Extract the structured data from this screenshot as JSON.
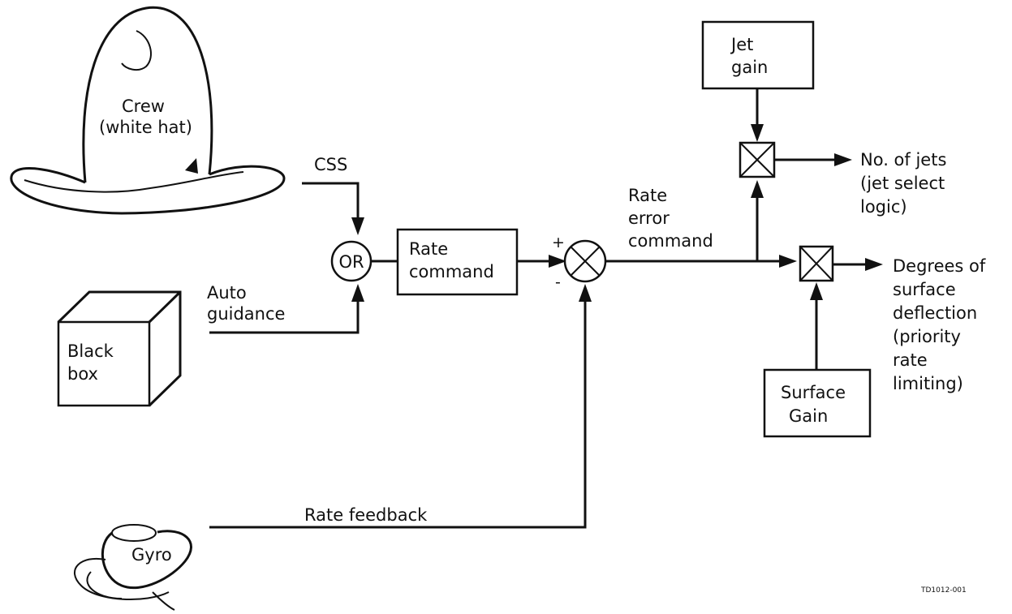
{
  "crew": {
    "line1": "Crew",
    "line2": "(white hat)"
  },
  "css_label": "CSS",
  "auto_guidance": {
    "line1": "Auto",
    "line2": "guidance"
  },
  "black_box": {
    "line1": "Black",
    "line2": "box"
  },
  "or_label": "OR",
  "rate_command": {
    "line1": "Rate",
    "line2": "command"
  },
  "summing_signs": {
    "plus": "+",
    "minus": "-"
  },
  "rate_error_command": {
    "line1": "Rate",
    "line2": "error",
    "line3": "command"
  },
  "jet_gain": {
    "line1": "Jet",
    "line2": "gain"
  },
  "jets_output": {
    "line1": "No. of jets",
    "line2": "(jet select",
    "line3": "logic)"
  },
  "surface_output": {
    "line1": "Degrees of",
    "line2": "surface",
    "line3": "deflection",
    "line4": "(priority",
    "line5": "rate",
    "line6": "limiting)"
  },
  "surface_gain": {
    "line1": "Surface",
    "line2": "Gain"
  },
  "rate_feedback": "Rate feedback",
  "gyro": "Gyro",
  "figure_id": "TD1012-001",
  "colors": {
    "ink": "#111111",
    "background": "#ffffff"
  }
}
